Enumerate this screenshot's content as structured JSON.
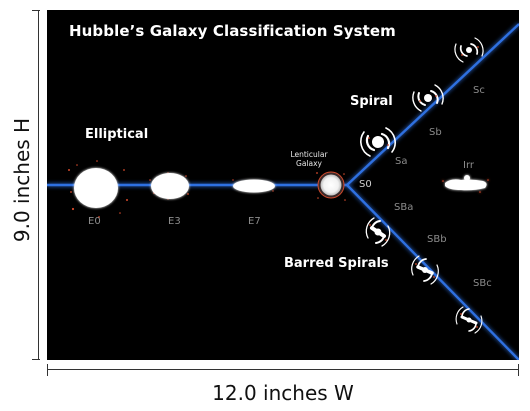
{
  "title": "Hubble’s Galaxy Classification System",
  "categories": {
    "elliptical": "Elliptical",
    "spiral": "Spiral",
    "barred": "Barred Spirals"
  },
  "lenticular_label_line1": "Lenticular",
  "lenticular_label_line2": "Galaxy",
  "types": {
    "e0": "E0",
    "e3": "E3",
    "e7": "E7",
    "s0": "S0",
    "sa": "Sa",
    "sb": "Sb",
    "sc": "Sc",
    "sba": "SBa",
    "sbb": "SBb",
    "sbc": "SBc",
    "irr": "Irr"
  },
  "dimensions": {
    "height": "9.0 inches H",
    "width": "12.0 inches W"
  },
  "colors": {
    "background": "#000000",
    "branch_line": "#2f6fe0",
    "galaxy": "#ffffff",
    "star_dots": "#d44a2c",
    "type_label": "#8c8c8c"
  }
}
